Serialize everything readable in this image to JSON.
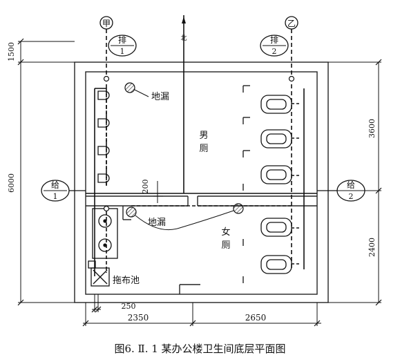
{
  "caption": "图6. Ⅱ. 1   某办公楼卫生间底层平面图",
  "rooms": {
    "male": [
      "男",
      "厕"
    ],
    "female": [
      "女",
      "厕"
    ]
  },
  "labels": {
    "floor_drain_upper": "地漏",
    "floor_drain_lower": "地漏",
    "mop_sink": "拖布池",
    "pipe_jia": "甲",
    "pipe_yi": "乙",
    "drain1": {
      "top": "排",
      "bottom": "1"
    },
    "drain2": {
      "top": "排",
      "bottom": "2"
    },
    "supply1": {
      "top": "给",
      "bottom": "1"
    },
    "supply2": {
      "top": "给",
      "bottom": "2"
    },
    "north_arrow": "北"
  },
  "dimensions": {
    "top_1500": "1500",
    "left_6000": "6000",
    "right_3600": "3600",
    "right_2400": "2400",
    "inner_200": "200",
    "bottom_250": "250",
    "bottom_2350": "2350",
    "bottom_2650": "2650"
  }
}
